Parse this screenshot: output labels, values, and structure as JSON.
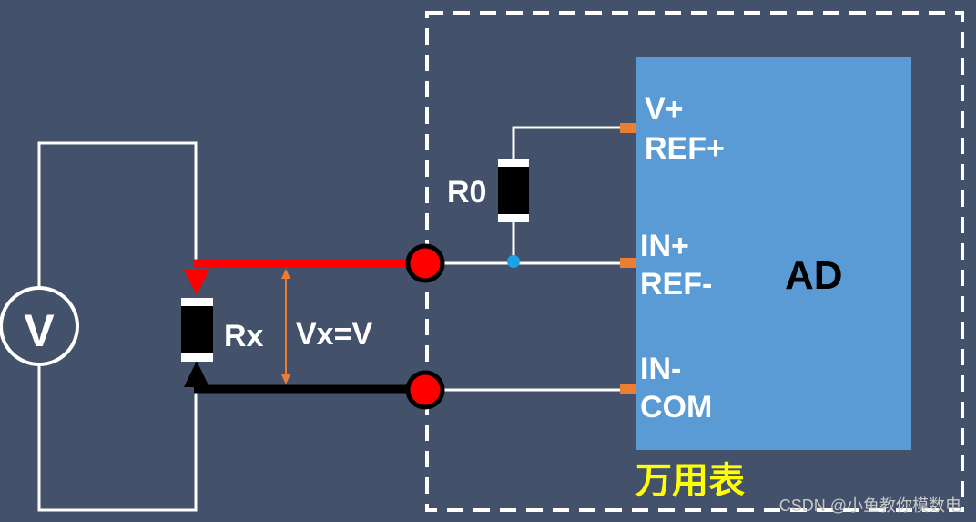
{
  "colors": {
    "background": "#43526a",
    "wire": "#ffffff",
    "hot_wire": "#ff0000",
    "return_wire": "#000000",
    "node_fill": "#ff0000",
    "junction": "#1aa3e8",
    "ad_block": "#5b9bd5",
    "pin": "#ed7d31",
    "measure_arrow": "#ed7d31",
    "title_text": "#ffff00",
    "watermark": "#c8c8c8"
  },
  "source": {
    "symbol": "V"
  },
  "rx": {
    "label": "Rx"
  },
  "r0": {
    "label": "R0"
  },
  "measure": {
    "label": "Vx=V"
  },
  "ad": {
    "label": "AD",
    "pins": {
      "top_line1": "V+",
      "top_line2": "REF+",
      "mid_line1": "IN+",
      "mid_line2": "REF-",
      "bottom_line1": "IN-",
      "bottom_line2": "COM"
    }
  },
  "meter": {
    "title": "万用表"
  },
  "watermark": "CSDN @小鱼教你模数电"
}
